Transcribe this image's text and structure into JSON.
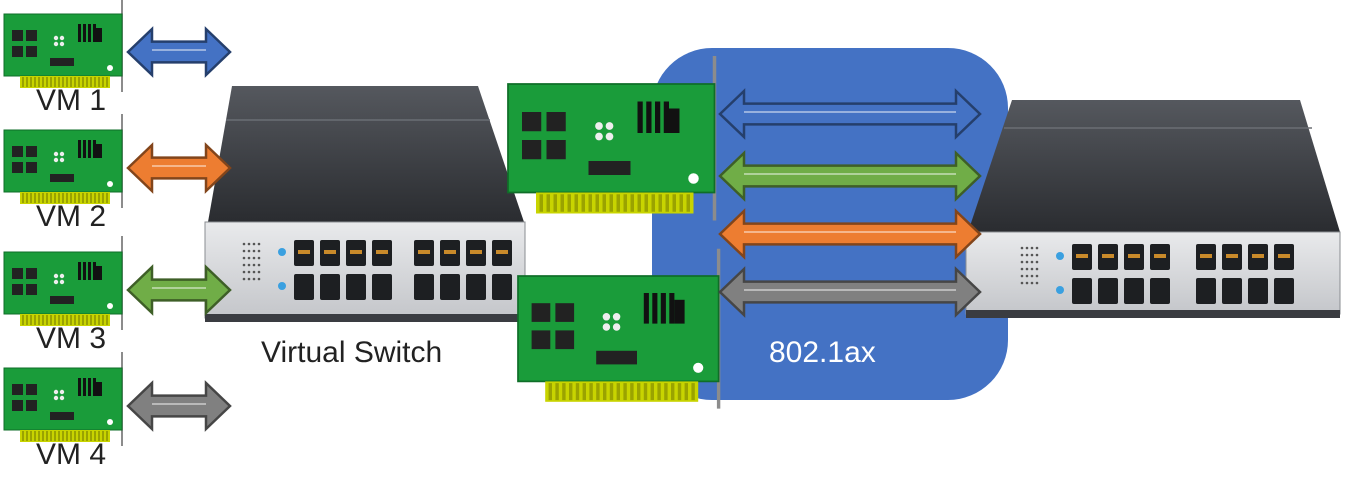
{
  "diagram": {
    "vms": [
      {
        "label": "VM 1",
        "link_color": "#4472c4"
      },
      {
        "label": "VM 2",
        "link_color": "#ed7d31"
      },
      {
        "label": "VM 3",
        "link_color": "#70ad47"
      },
      {
        "label": "VM 4",
        "link_color": "#808080"
      }
    ],
    "virtual_switch_label": "Virtual Switch",
    "aggregation_label": "802.1ax",
    "aggregation_links": [
      {
        "color": "#4472c4"
      },
      {
        "color": "#70ad47"
      },
      {
        "color": "#ed7d31"
      },
      {
        "color": "#808080"
      }
    ],
    "colors": {
      "aggregation_bg": "#4472c4",
      "nic_board": "#1a9c3a",
      "switch_body": "#2b2d31"
    }
  }
}
